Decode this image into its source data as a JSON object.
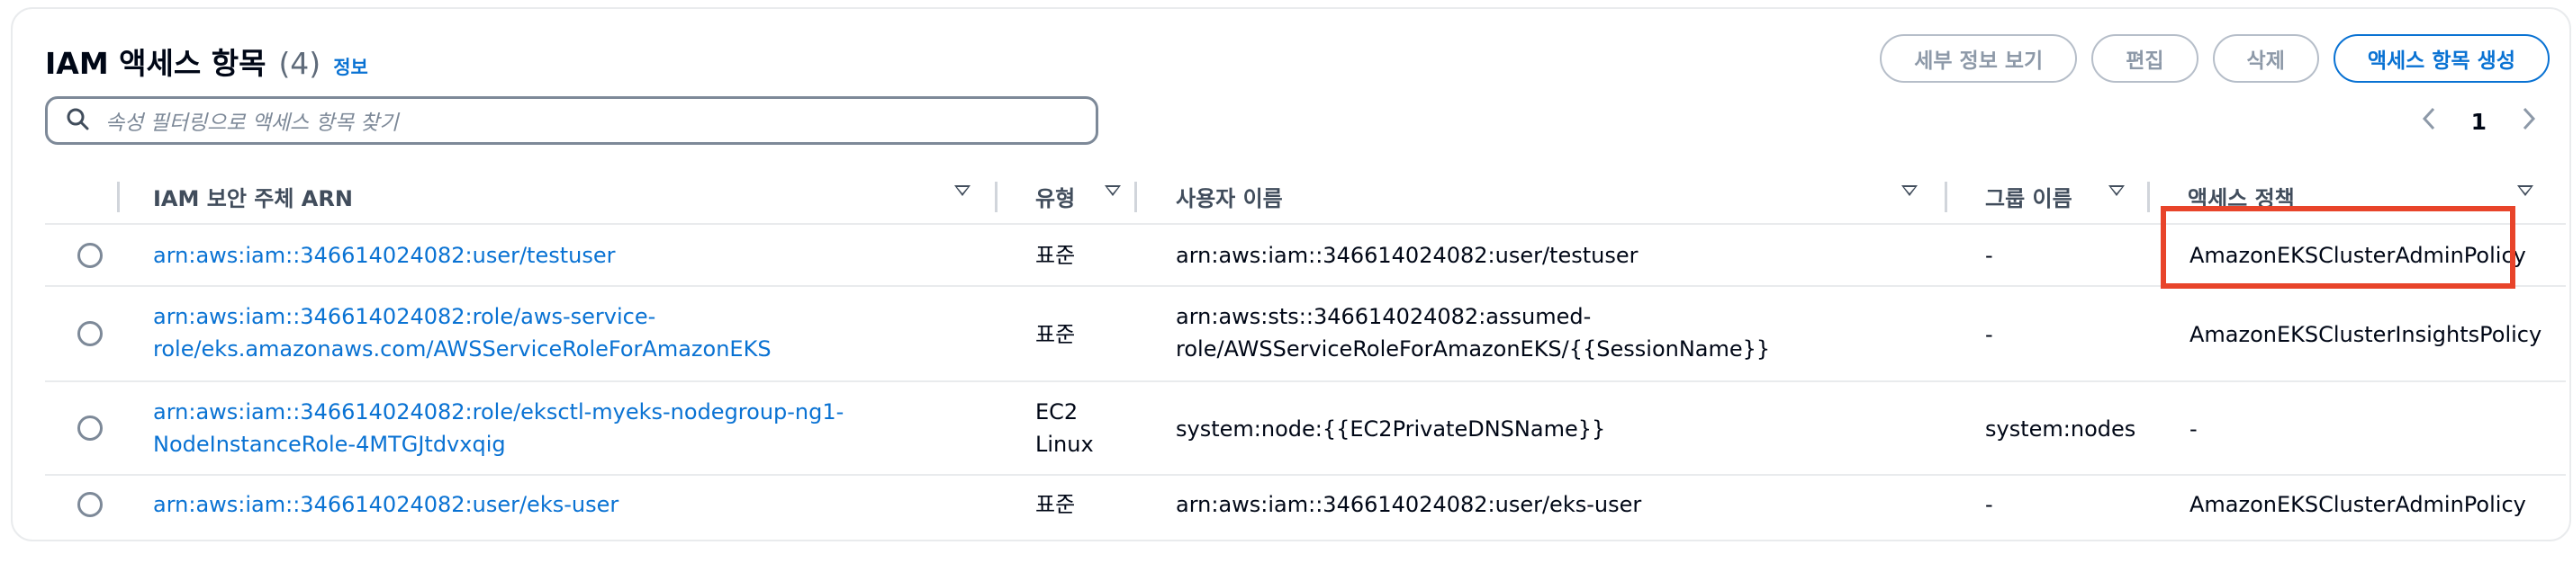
{
  "header": {
    "title": "IAM 액세스 항목",
    "count": "(4)",
    "info": "정보"
  },
  "actions": {
    "view_details": "세부 정보 보기",
    "edit": "편집",
    "delete": "삭제",
    "create": "액세스 항목 생성"
  },
  "search": {
    "placeholder": "속성 필터링으로 액세스 항목 찾기"
  },
  "pagination": {
    "page": "1"
  },
  "columns": {
    "arn": "IAM 보안 주체 ARN",
    "type": "유형",
    "username": "사용자 이름",
    "group": "그룹 이름",
    "policy": "액세스 정책"
  },
  "rows": [
    {
      "arn_line1": "arn:aws:iam::346614024082:user/testuser",
      "arn_line2": "",
      "type_line1": "표준",
      "type_line2": "",
      "username_line1": "arn:aws:iam::346614024082:user/testuser",
      "username_line2": "",
      "group": "-",
      "policy": "AmazonEKSClusterAdminPolicy"
    },
    {
      "arn_line1": "arn:aws:iam::346614024082:role/aws-service-",
      "arn_line2": "role/eks.amazonaws.com/AWSServiceRoleForAmazonEKS",
      "type_line1": "표준",
      "type_line2": "",
      "username_line1": "arn:aws:sts::346614024082:assumed-",
      "username_line2": "role/AWSServiceRoleForAmazonEKS/{{SessionName}}",
      "group": "-",
      "policy": "AmazonEKSClusterInsightsPolicy"
    },
    {
      "arn_line1": "arn:aws:iam::346614024082:role/eksctl-myeks-nodegroup-ng1-",
      "arn_line2": "NodeInstanceRole-4MTGJtdvxqig",
      "type_line1": "EC2",
      "type_line2": "Linux",
      "username_line1": "system:node:{{EC2PrivateDNSName}}",
      "username_line2": "",
      "group": "system:nodes",
      "policy": "-"
    },
    {
      "arn_line1": "arn:aws:iam::346614024082:user/eks-user",
      "arn_line2": "",
      "type_line1": "표준",
      "type_line2": "",
      "username_line1": "arn:aws:iam::346614024082:user/eks-user",
      "username_line2": "",
      "group": "-",
      "policy": "AmazonEKSClusterAdminPolicy"
    }
  ],
  "colors": {
    "link": "#0972d3",
    "highlight": "#e8442a",
    "text": "#000716",
    "muted": "#5f6b7a"
  }
}
